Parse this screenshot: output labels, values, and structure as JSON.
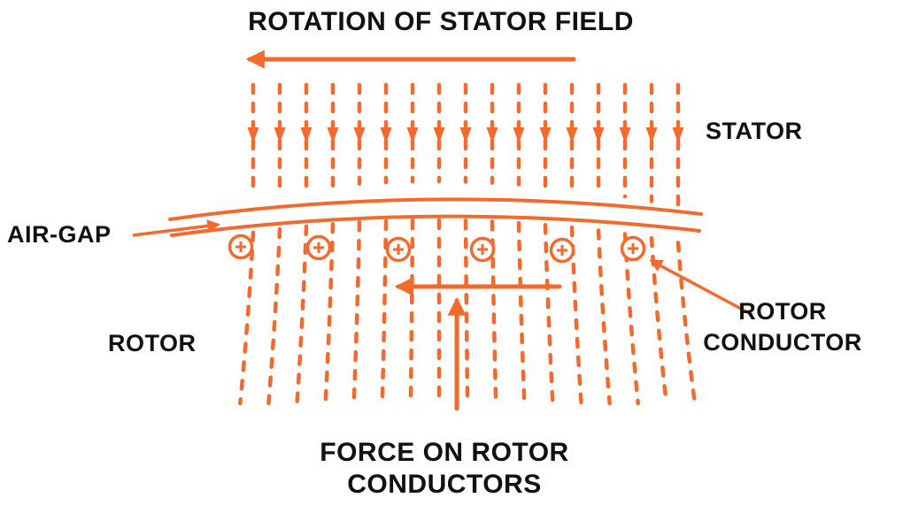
{
  "diagram": {
    "title": "ROTATION OF STATOR FIELD",
    "labels": {
      "stator": "STATOR",
      "air_gap": "AIR-GAP",
      "rotor": "ROTOR",
      "rotor_conductor_line1": "ROTOR",
      "rotor_conductor_line2": "CONDUCTOR",
      "force_line1": "FORCE ON ROTOR",
      "force_line2": "CONDUCTORS"
    },
    "colors": {
      "field": "#f26a2e",
      "text": "#111111",
      "background": "#ffffff"
    },
    "field_lines": {
      "stator_count": 17,
      "rotor_count": 17
    },
    "rotor_conductor_count": 6,
    "conductor_polarity_symbol": "+"
  }
}
